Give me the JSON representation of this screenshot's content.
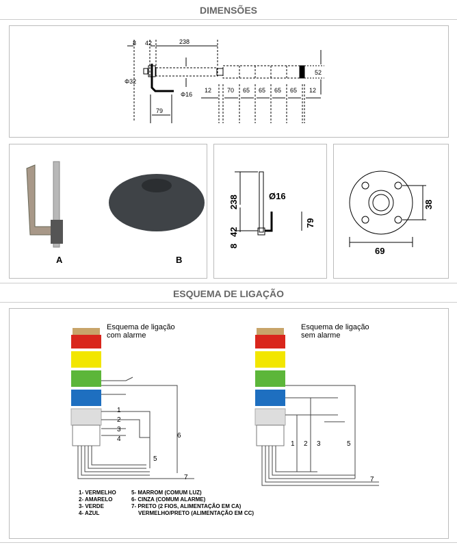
{
  "sections": {
    "dimensions": "DIMENSÕES",
    "wiring": "ESQUEMA DE LIGAÇÃO"
  },
  "top_dims": {
    "d8": "8",
    "d42": "42",
    "d238": "238",
    "d52": "52",
    "phi32": "Φ32",
    "phi16": "Φ16",
    "d79": "79",
    "d12a": "12",
    "d70": "70",
    "d65a": "65",
    "d65b": "65",
    "d65c": "65",
    "d65d": "65",
    "d12b": "12"
  },
  "mount": {
    "label_a": "A",
    "label_b": "B"
  },
  "side_dims": {
    "d238": "238",
    "phi16": "Ø16",
    "d42": "42",
    "d8": "8",
    "d79": "79"
  },
  "base_dims": {
    "d38": "38",
    "d69": "69"
  },
  "wiring": {
    "left_title": [
      "Esquema de ligação",
      "com alarme"
    ],
    "right_title": [
      "Esquema de ligação",
      "sem alarme"
    ],
    "wire_numbers": [
      "1",
      "2",
      "3",
      "4",
      "5",
      "6",
      "7"
    ],
    "legend_left": [
      "1- VERMELHO",
      "2- AMARELO",
      "3- VERDE",
      "4- AZUL"
    ],
    "legend_right": [
      "5- MARROM (COMUM LUZ)",
      "6- CINZA (COMUM ALARME)",
      "7- PRETO (2 FIOS, ALIMENTAÇÃO EM CA)",
      "VERMELHO/PRETO (ALIMENTAÇÃO EM CC)"
    ]
  },
  "colors": {
    "red": "#d9261c",
    "yellow": "#f2e600",
    "green": "#5cb63a",
    "blue": "#1e6fc0",
    "gray": "#d8d8d8",
    "top": "#c8a46a"
  }
}
